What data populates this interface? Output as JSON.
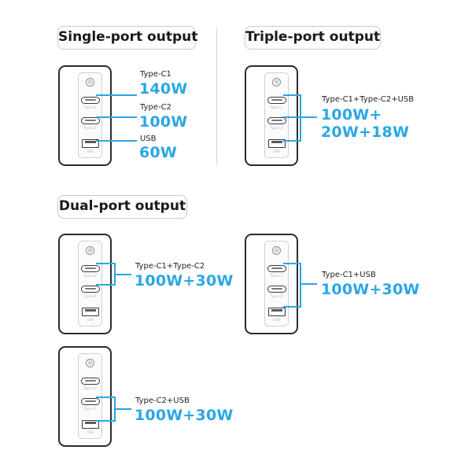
{
  "sections": {
    "single": "Single-port output",
    "triple": "Triple-port output",
    "dual": "Dual-port output"
  },
  "single": {
    "c1": {
      "label": "Type-C1",
      "watts": "140W"
    },
    "c2": {
      "label": "Type-C2",
      "watts": "100W"
    },
    "usb": {
      "label": "USB",
      "watts": "60W"
    }
  },
  "triple": {
    "label": "Type-C1+Type-C2+USB",
    "watts_line1": "100W+",
    "watts_line2": "20W+18W"
  },
  "dual": {
    "c1c2": {
      "label": "Type-C1+Type-C2",
      "watts": "100W+30W"
    },
    "c1usb": {
      "label": "Type-C1+USB",
      "watts": "100W+30W"
    },
    "c2usb": {
      "label": "Type-C2+USB",
      "watts": "100W+30W"
    }
  },
  "ports": {
    "c1": "Type-C1",
    "c2": "Type-C2",
    "usb": "USB"
  },
  "accent_color": "#2aa7e6"
}
